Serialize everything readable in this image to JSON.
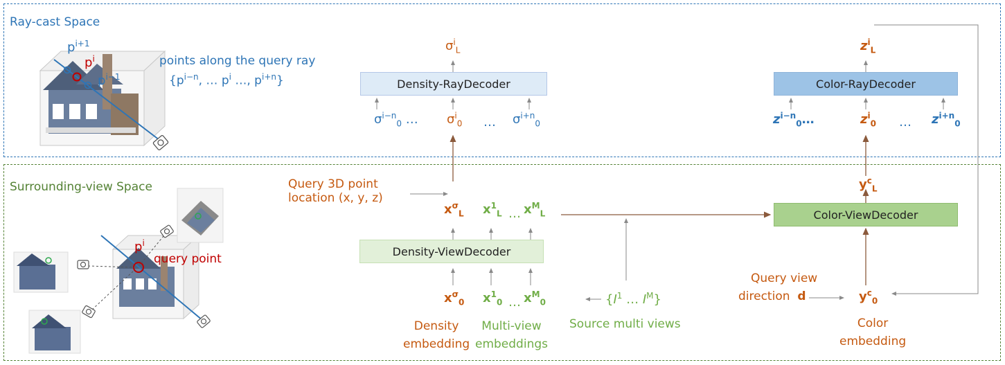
{
  "regions": {
    "ray_cast": "Ray-cast Space",
    "surrounding": "Surrounding-view Space"
  },
  "ray_cast": {
    "p_next": {
      "base": "p",
      "sup": "i+1"
    },
    "p_cur": {
      "base": "p",
      "sup": "i"
    },
    "p_prev": {
      "base": "p",
      "sup": "i−1"
    },
    "points_label": "points along the query ray",
    "points_set": "{p^(i−n), … p^i …, p^(i+n)}",
    "points_set_parts": {
      "open": "{p",
      "s1": "i−n",
      "mid1": ", … p",
      "s2": "i",
      "mid2": " …, p",
      "s3": "i+n",
      "close": "}"
    }
  },
  "decoders": {
    "density_ray": "Density-RayDecoder",
    "color_ray": "Color-RayDecoder",
    "density_view": "Density-ViewDecoder",
    "color_view": "Color-ViewDecoder"
  },
  "symbols": {
    "sigma_L": {
      "base": "σ",
      "sup": "i",
      "sub": "L"
    },
    "z_L": {
      "base": "z",
      "sup": "i",
      "sub": "L"
    },
    "sigma0_left": {
      "base": "σ",
      "sup": "i−n",
      "sub": "0",
      "suffix": " …"
    },
    "sigma0_mid": {
      "base": "σ",
      "sup": "i",
      "sub": "0"
    },
    "sigma0_right": {
      "base": "σ",
      "sup": "i+n",
      "sub": "0"
    },
    "z0_left": {
      "base": "z",
      "sup": "i−n",
      "sub": "0",
      "suffix": "…"
    },
    "z0_mid": {
      "base": "z",
      "sup": "i",
      "sub": "0"
    },
    "z0_right": {
      "base": "z",
      "sup": "i+n",
      "sub": "0"
    },
    "ellipsis": "…",
    "xL_sigma": {
      "base": "x",
      "sup": "σ",
      "sub": "L"
    },
    "xL_1": {
      "base": "x",
      "sup": "1",
      "sub": "L"
    },
    "xL_M": {
      "base": "x",
      "sup": "M",
      "sub": "L"
    },
    "x0_sigma": {
      "base": "x",
      "sup": "σ",
      "sub": "0"
    },
    "x0_1": {
      "base": "x",
      "sup": "1",
      "sub": "0"
    },
    "x0_M": {
      "base": "x",
      "sup": "M",
      "sub": "0"
    },
    "yL_c": {
      "base": "y",
      "sup": "c",
      "sub": "L"
    },
    "y0_c": {
      "base": "y",
      "sup": "c",
      "sub": "0"
    }
  },
  "surrounding": {
    "p_i": {
      "base": "p",
      "sup": "i"
    },
    "query_point": "query point",
    "query_3d_line1": "Query 3D point",
    "query_3d_line2": "location (x, y, z)",
    "source_views": {
      "open": "{",
      "i1": "I",
      "s1": "1",
      "mid": " … ",
      "i2": "I",
      "s2": "M",
      "close": "}"
    },
    "source_views_label": "Source multi views",
    "query_view_line1": "Query view",
    "query_view_line2": "direction",
    "query_view_symbol": "d",
    "density_embedding_1": "Density",
    "density_embedding_2": "embedding",
    "multiview_embedding_1": "Multi-view",
    "multiview_embedding_2": "embeddings",
    "color_embedding_1": "Color",
    "color_embedding_2": "embedding"
  },
  "colors": {
    "ray_region": "#2e75b6",
    "surrounding_region": "#548235",
    "orange": "#c55a11",
    "blue": "#2e75b6",
    "green": "#70ad47",
    "red": "#c00000",
    "density_ray_fill": "#deebf7",
    "color_ray_fill": "#9dc3e6",
    "density_view_fill": "#e2f0d9",
    "color_view_fill": "#a9d18e"
  },
  "icons": [
    "house-icon",
    "camera-icon"
  ]
}
